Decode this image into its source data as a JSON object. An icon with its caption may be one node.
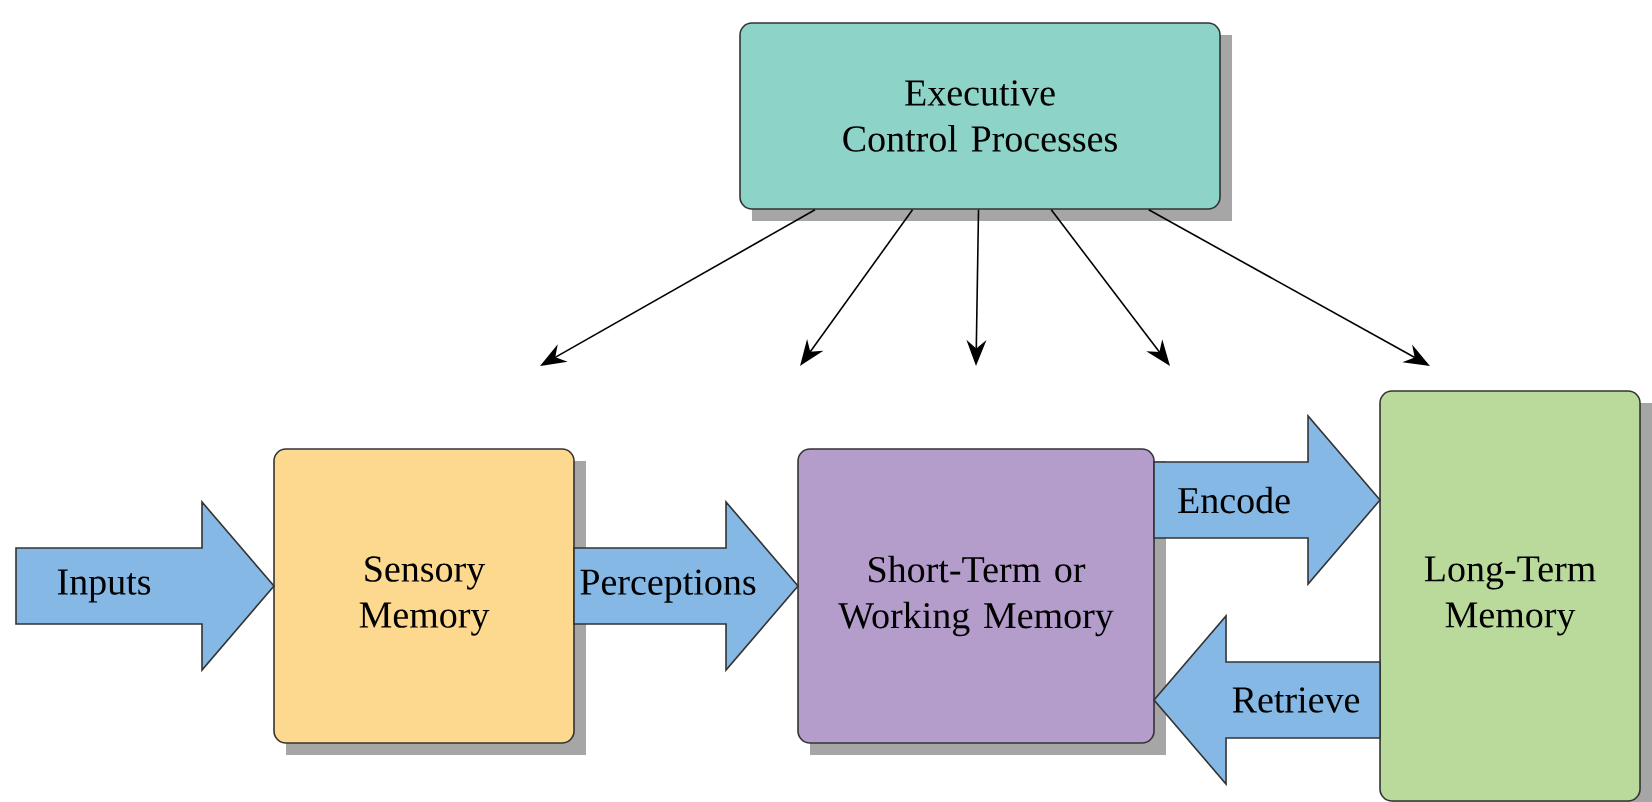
{
  "diagram": {
    "nodes": [
      {
        "text": [
          "Executive Control Processes"
        ]
      },
      {
        "text": [
          "Sensory Memory"
        ]
      },
      {
        "text": [
          "Short-Term or Working Memory"
        ]
      },
      {
        "text": [
          "Long-Term Memory"
        ]
      }
    ],
    "edges": [
      {
        "from": null,
        "to": 1,
        "arrow": "to",
        "label": "Inputs",
        "style": "thick",
        "color": "#85b8e4"
      },
      {
        "from": 1,
        "to": 2,
        "arrow": "to",
        "label": "Perceptions",
        "style": "thick",
        "color": "#85b8e4"
      },
      {
        "from": 2,
        "to": 3,
        "arrow": "to",
        "label": "Encode",
        "style": "thick",
        "color": "#85b8e4"
      },
      {
        "from": 3,
        "to": 2,
        "arrow": "to",
        "label": "Retrieve",
        "style": "thick",
        "color": "#85b8e4"
      },
      {
        "from": 0,
        "to": null,
        "arrow": "to"
      },
      {
        "from": 0,
        "to": null,
        "arrow": "to"
      },
      {
        "from": 0,
        "to": null,
        "arrow": "to"
      },
      {
        "from": 0,
        "to": null,
        "arrow": "to"
      },
      {
        "from": 0,
        "to": null,
        "arrow": "to"
      }
    ]
  }
}
